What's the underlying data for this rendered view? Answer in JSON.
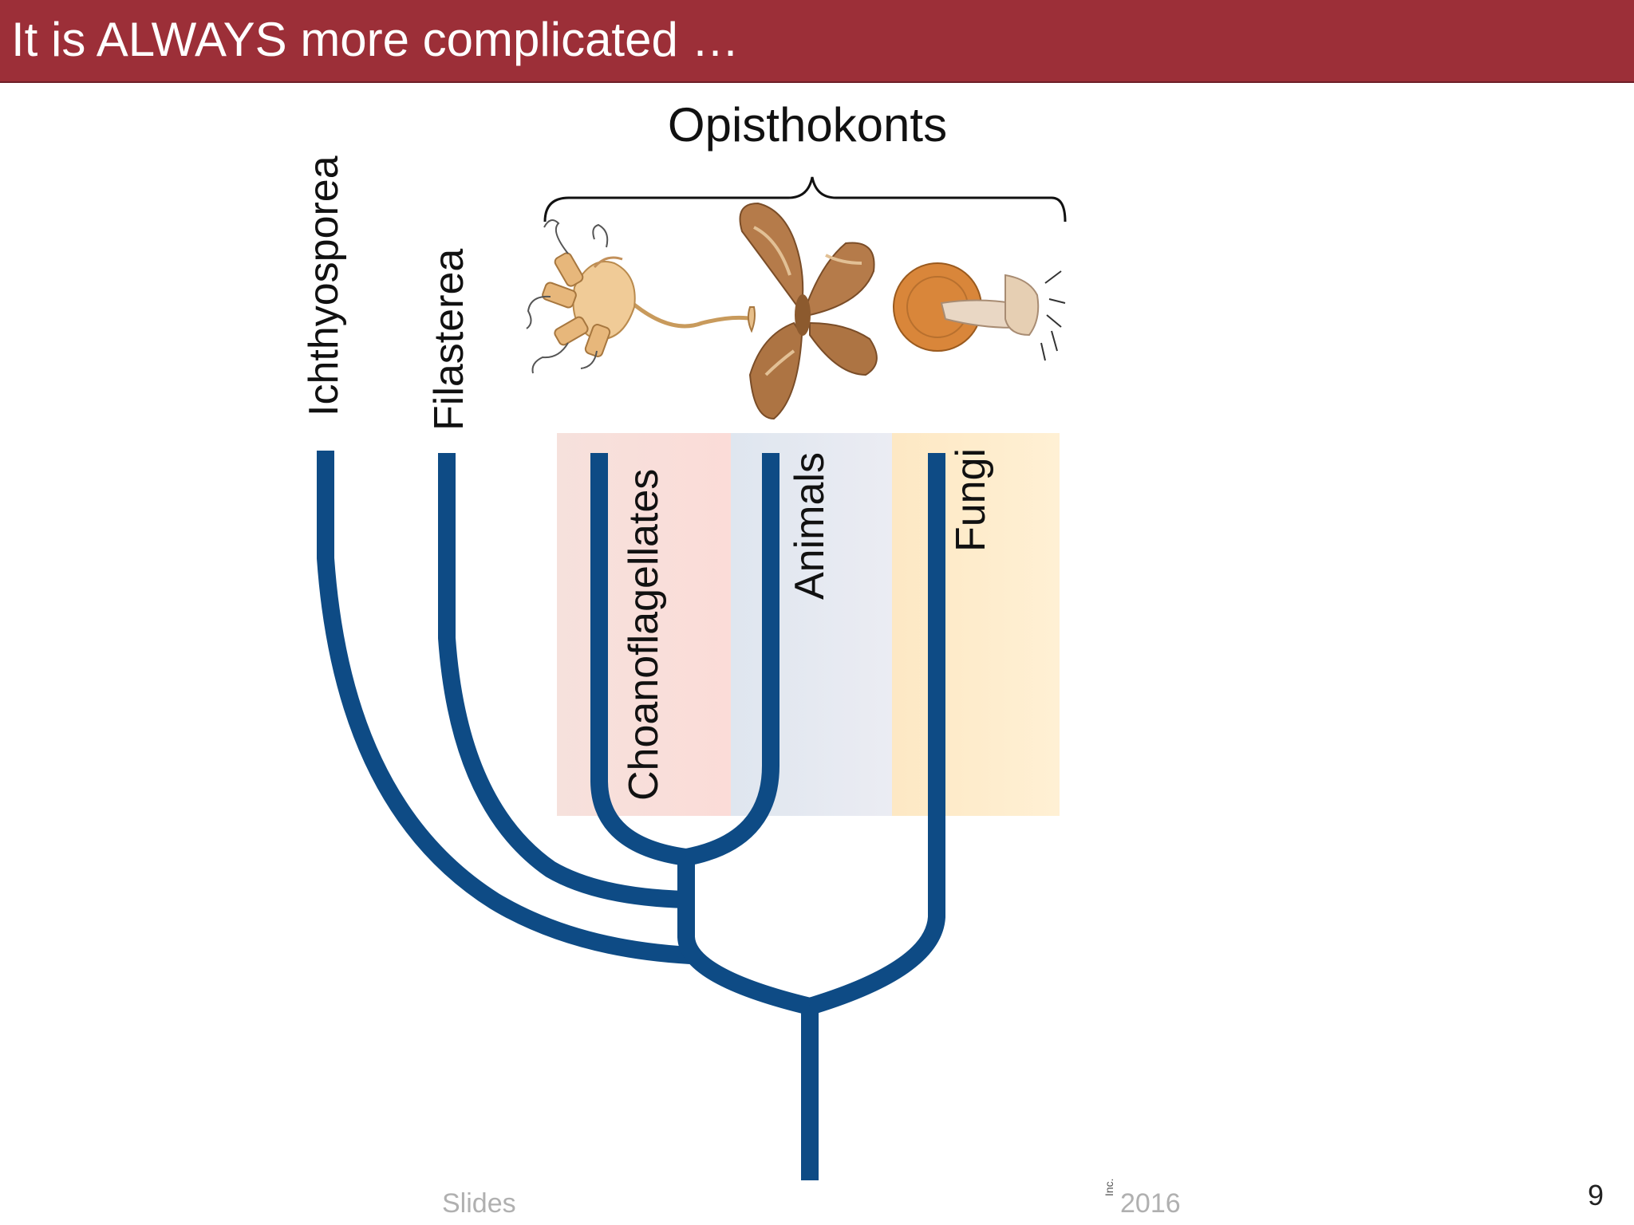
{
  "slide": {
    "title": "It is ALWAYS more complicated …",
    "page_number": "9"
  },
  "diagram": {
    "group_label": "Opisthokonts",
    "taxa": {
      "ichthyosporea": "Ichthyosporea",
      "filasterea": "Filasterea",
      "choanoflagellates": "Choanoflagellates",
      "animals": "Animals",
      "fungi": "Fungi"
    },
    "colors": {
      "branch": "#0e4b85",
      "choanoflagellates_band": "#f9dcd7",
      "animals_band": "#e3e8f1",
      "fungi_band": "#fdecc9"
    }
  },
  "footer": {
    "left": "Slides",
    "right": "2016",
    "right_small": "Inc."
  }
}
